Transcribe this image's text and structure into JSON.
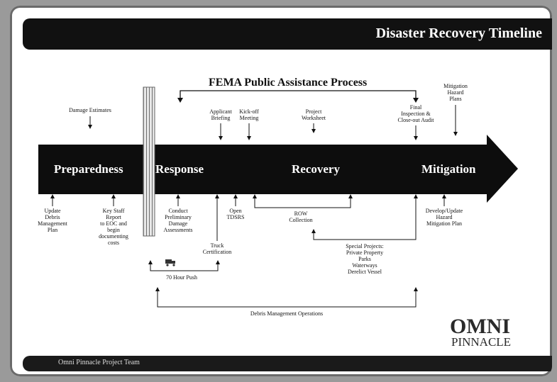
{
  "title": "Disaster Recovery Timeline",
  "footer": "Omni Pinnacle Project Team",
  "process_label": "FEMA Public Assistance Process",
  "phases": [
    "Preparedness",
    "Response",
    "Recovery",
    "Mitigation"
  ],
  "top_labels": {
    "damage_estimates": [
      "Damage Estimates"
    ],
    "applicant_briefing": [
      "Applicant",
      "Briefing"
    ],
    "kickoff_meeting": [
      "Kick-off",
      "Meeting"
    ],
    "project_worksheet": [
      "Project",
      "Worksheet"
    ],
    "final_inspection": [
      "Final",
      "Inspection &",
      "Close-out Audit"
    ],
    "mitigation_plans": [
      "Mitigation",
      "Hazard",
      "Plans"
    ]
  },
  "bottom_labels": {
    "update_plan": [
      "Update",
      "Debris",
      "Management",
      "Plan"
    ],
    "key_staff": [
      "Key Staff",
      "Report",
      "to EOC and",
      "begin",
      "documenting",
      "costs"
    ],
    "conduct_pda": [
      "Conduct",
      "Preliminary",
      "Damage",
      "Assessments"
    ],
    "open_tdsrs": [
      "Open",
      "TDSRS"
    ],
    "truck_cert": [
      "Truck",
      "Certification"
    ],
    "hour_push": [
      "70 Hour Push"
    ],
    "row_collection": [
      "ROW",
      "Collection"
    ],
    "special_projects": [
      "Special Projects:",
      "Private Property",
      "Parks",
      "Waterways",
      "Derelict Vessel"
    ],
    "develop_update": [
      "Develop/Update",
      "Hazard",
      "Mitigation Plan"
    ],
    "debris_ops": [
      "Debris Management Operations"
    ]
  },
  "logo": {
    "main": "OMNI",
    "sub": "PINNACLE"
  }
}
